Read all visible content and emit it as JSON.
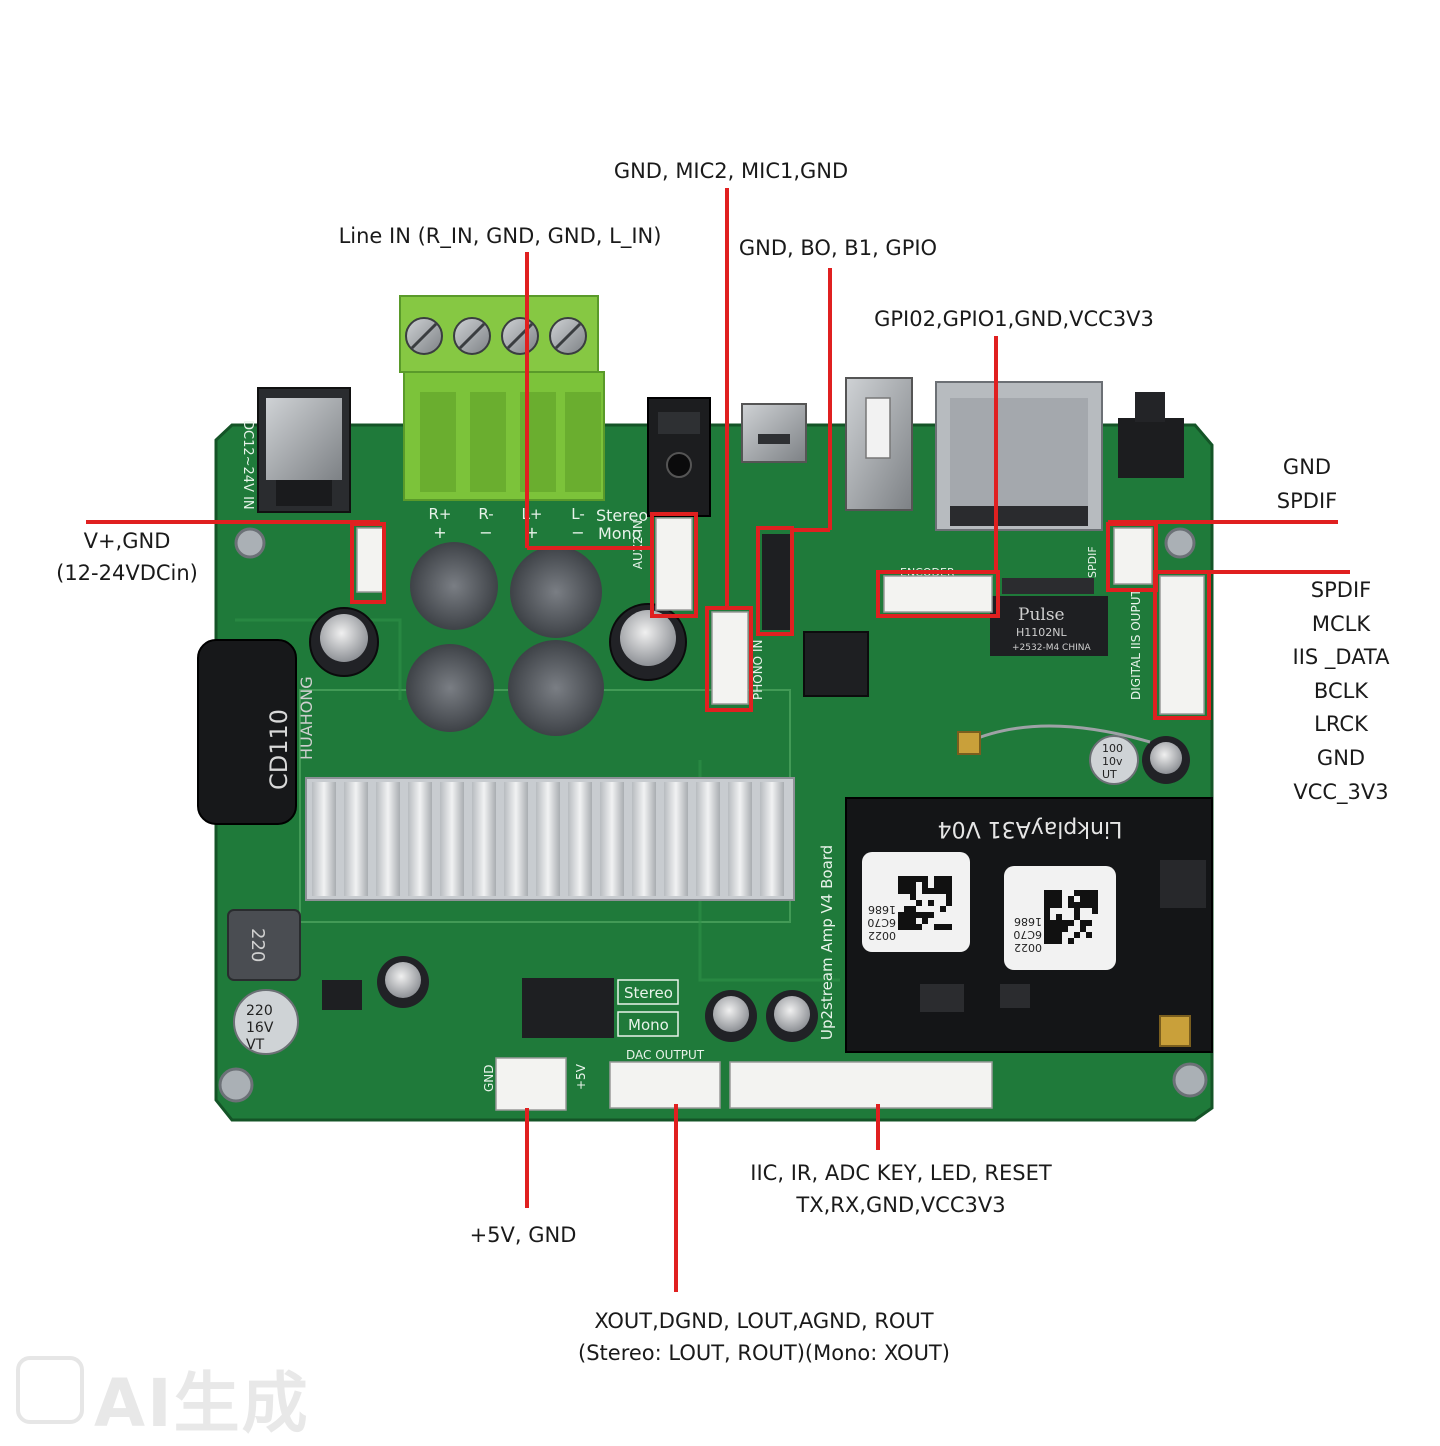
{
  "labels": {
    "mic": "GND, MIC2, MIC1,GND",
    "line_in": "Line IN (R_IN, GND, GND, L_IN)",
    "gpio_b": "GND, BO, B1, GPIO",
    "gpio_12": "GPI02,GPIO1,GND,VCC3V3",
    "power_in_1": "V+,GND",
    "power_in_2": "(12-24VDCin)",
    "spdif_1": "GND",
    "spdif_2": "SPDIF",
    "iis": [
      "SPDIF",
      "MCLK",
      "IIS _DATA",
      "BCLK",
      "LRCK",
      "GND",
      "VCC_3V3"
    ],
    "iic_1": "IIC, IR, ADC KEY, LED, RESET",
    "iic_2": "TX,RX,GND,VCC3V3",
    "five_v": "+5V, GND",
    "dac_1": "XOUT,DGND, LOUT,AGND, ROUT",
    "dac_2": "(Stereo: LOUT, ROUT)(Mono: XOUT)"
  },
  "silkscreen": {
    "dc_in": "DC12~24V IN",
    "terminal": [
      "R+",
      "R-",
      "L+",
      "L-"
    ],
    "terminal_signs": [
      "+",
      "−",
      "+",
      "−"
    ],
    "stereo": "Stereo",
    "mono": "Mono",
    "aux": "AUX2 IN",
    "phono": "PHONO IN",
    "encoder": "ENCODER",
    "spdif": "SPDIF",
    "iis_out": "DIGITAL IIS OUPUT",
    "dac_output": "DAC OUTPUT",
    "gnd": "GND",
    "plus5v": "+5V",
    "board": "Up2stream Amp V4 Board",
    "cap_big": "CD110",
    "cap_brand": "HUAHONG",
    "cap_small": [
      "220",
      "16V",
      "VT"
    ],
    "cap_100": [
      "100",
      "10v",
      "UT"
    ],
    "inductor": "220",
    "pulse_brand": "Pulse",
    "pulse_part": "H1102NL",
    "pulse_code": "+2532-M4 CHINA",
    "module": "LinkplayA31  V04",
    "qr_code_text": [
      "0022",
      "6C70",
      "1686"
    ]
  },
  "watermark": "AI生成",
  "colors": {
    "pcb": "#1f7a3a",
    "pcb_dark": "#155a2a",
    "callout": "#e02020",
    "terminal_green": "#7cc33a",
    "heatsink": "#d9dcdf"
  }
}
